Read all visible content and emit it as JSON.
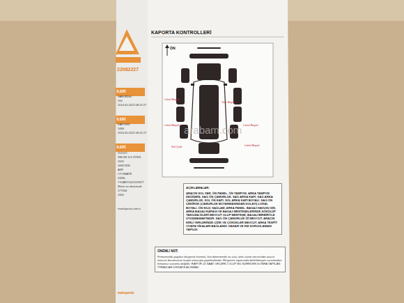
{
  "diagram": {
    "title": "KAPORTA KONTROLLERİ",
    "nodes": [
      {
        "text": [
          "İLERİ"
        ]
      },
      {
        "text": [
          "İLERİ"
        ]
      },
      {
        "text": [
          "İLERİ"
        ]
      },
      {
        "text": [
          "AÇIKLAMALAR:",
          "ARACIN SOL FAR, ÖN PANEL, ÖN TAMPON, ARKA TAMPON DEĞİŞMİŞ. SAĞ ÖN ÇAMURLUK, SAĞ ARKA KAPI, SAĞ ARKA ÇAMURLUK, SOL ÖN KAPI, SOL ARKA KAPI BOYALI. SAĞ ÖN ÇEKİRGE (ÇAMURLUK BOYANMASINDAN DOLAYI) LOKAL BOYALI. ÖN KILIÇ SAĞLAM, ARKA PANEL, BAGAJ HAVUZU DİK, ARKA BAGAJ KAPAĞI VE BAGAJ MENTEŞELERİNDE SÖKÜLÜP TAKILMA İZLERİ MEVCUT OLUP MENTEŞE, BAGAJ BİRBİRİYLE UYUŞMAMAKTADIR. SAĞ ÖN ÇAMURLUK İZİ MEVCUT. ARACIN KİRLİ YERLERİNDE ÇİZİK VE ÇÖKÜKLER MEVCUT. ARKA TESPİT CIVATA VİDALARI BAĞLANDI. HASAR VE KM SORGULAMASI YAPILDI."
        ]
      },
      {
        "text": [
          "ÖNEMLİ NOT:",
          "Firmamızda yapılan ekspertiz hizmeti, ilan döneminde ve araç alım satım öncesinde aracın mevcut durumunun tespiti amacıyla yapılmaktadır. Ekspertiz raporunda belirtilmeyen arızalardan firmamız sorumlu değildir. RAPOR 24 SAAT GEÇERLİ OLUP BU SÜREDEN SONRA YAPILAN İTİRAZLAR DİKKATE ALINMAZ."
        ]
      }
    ],
    "labels": [
      "ÖN",
      "Tam Boyalı",
      "Lokal Boyalı",
      "Lokal Boyalı",
      "Lokal Boyalı",
      "Sol Çizik",
      "Lokal Boyalı",
      "arabam.com",
      "22082227",
      "GAN BİLEL",
      "550",
      "2014.05.2022 08:22:27",
      "KAPORİZ",
      "5468",
      "2014.05.2022 08:22:27",
      "VOLVO",
      "S80 R6 S 6 VİTES",
      "2005",
      "56827436",
      "ARF",
      "OTOMATİK",
      "DİZEL",
      "YV1AR71407029677",
      "Motor no okunmadı",
      "277064",
      "2400",
      "rtoekspertiz.com.tr",
      "mekspertiz"
    ]
  }
}
